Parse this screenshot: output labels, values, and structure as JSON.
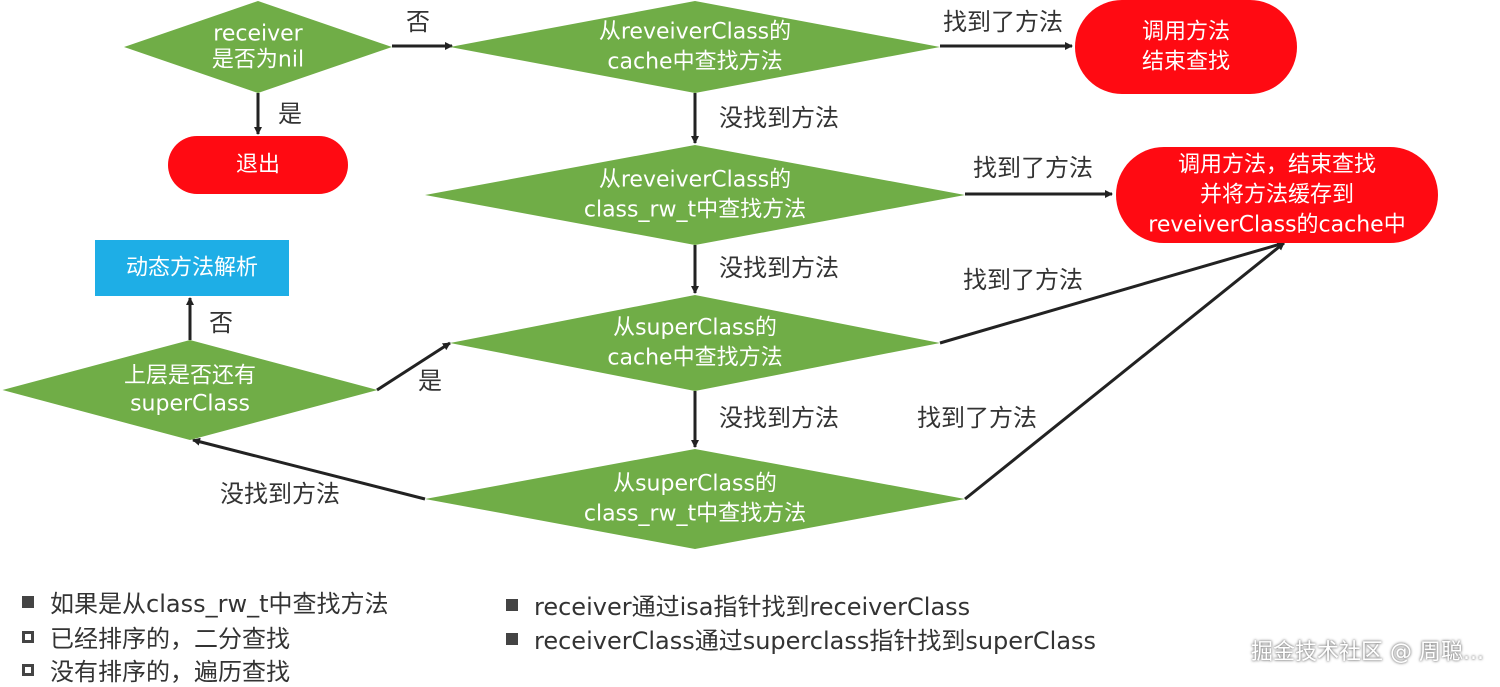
{
  "colors": {
    "decision": "#70ad47",
    "terminal": "#ff0a12",
    "process": "#1eaee6",
    "arrow": "#222222",
    "text": "#333333",
    "highlight": "#111111"
  },
  "nodes": {
    "d_receiver": [
      "receiver",
      "是否为nil"
    ],
    "d_cache": [
      "从reveiverClass的",
      "cache中查找方法"
    ],
    "d_rw": [
      "从reveiverClass的",
      "class_rw_t中查找方法"
    ],
    "d_super_cache": [
      "从superClass的",
      "cache中查找方法"
    ],
    "d_super_rw": [
      "从superClass的",
      "class_rw_t中查找方法"
    ],
    "d_has_super": [
      "上层是否还有",
      "superClass"
    ],
    "t_exit": [
      "退出"
    ],
    "t_call_end": [
      "调用方法",
      "结束查找"
    ],
    "t_call_cache": [
      "调用方法，结束查找",
      "并将方法缓存到",
      "reveiverClass的cache中"
    ],
    "p_dynamic": [
      "动态方法解析"
    ]
  },
  "edge_labels": {
    "no_1": "否",
    "yes_1": "是",
    "found_1": "找到了方法",
    "notfound_1": "没找到方法",
    "found_2": "找到了方法",
    "notfound_2": "没找到方法",
    "found_3": "找到了方法",
    "notfound_3": "没找到方法",
    "found_4": "找到了方法",
    "notfound_4": "没找到方法",
    "yes_2": "是",
    "no_2": "否"
  },
  "legend_left": [
    {
      "marker": "filled",
      "text": "如果是从class_rw_t中查找方法"
    },
    {
      "marker": "hollow",
      "text": "已经排序的，二分查找"
    },
    {
      "marker": "hollow",
      "text": "没有排序的，遍历查找"
    }
  ],
  "legend_right": [
    {
      "marker": "filled",
      "text": "receiver通过isa指针找到receiverClass"
    },
    {
      "marker": "filled",
      "text": "receiverClass通过superclass指针找到superClass"
    }
  ],
  "watermark": "掘金技术社区 @ 周聪..."
}
